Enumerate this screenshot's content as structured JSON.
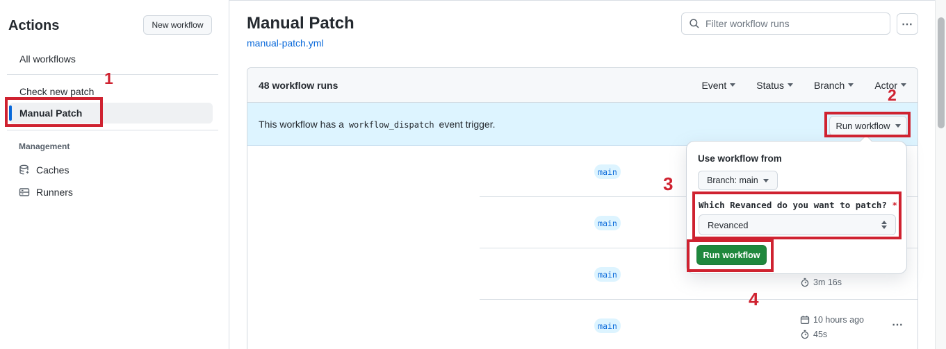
{
  "annotations": {
    "step1": "1",
    "step2": "2",
    "step3": "3",
    "step4": "4"
  },
  "sidebar": {
    "title": "Actions",
    "new_workflow_button": "New workflow",
    "items": [
      {
        "label": "All workflows",
        "selected": false
      },
      {
        "label": "Check new patch",
        "selected": false
      },
      {
        "label": "Manual Patch",
        "selected": true
      }
    ],
    "management": {
      "label": "Management",
      "items": [
        {
          "label": "Caches",
          "icon": "cache-icon"
        },
        {
          "label": "Runners",
          "icon": "runners-icon"
        }
      ]
    }
  },
  "header": {
    "title": "Manual Patch",
    "file_link": "manual-patch.yml",
    "filter_placeholder": "Filter workflow runs",
    "more_label": "⋯"
  },
  "runs_panel": {
    "count_label": "48 workflow runs",
    "filters": [
      {
        "label": "Event"
      },
      {
        "label": "Status"
      },
      {
        "label": "Branch"
      },
      {
        "label": "Actor"
      }
    ],
    "banner": {
      "text_before": "This workflow has a",
      "code": "workflow_dispatch",
      "text_after": "event trigger.",
      "run_workflow_button": "Run workflow"
    },
    "rows": [
      {
        "branch": "main"
      },
      {
        "branch": "main"
      },
      {
        "branch": "main",
        "duration": "3m 16s"
      },
      {
        "branch": "main",
        "time": "10 hours ago",
        "duration": "45s",
        "more": "⋯"
      }
    ]
  },
  "popup": {
    "use_workflow_from": "Use workflow from",
    "branch_button": "Branch: main",
    "input_label": "Which Revanced do you want to patch?",
    "required_mark": "*",
    "select_value": "Revanced",
    "run_button": "Run workflow"
  },
  "colors": {
    "annotation_red": "#cf2230",
    "accent_green": "#1f883d",
    "banner_blue": "#ddf4ff",
    "link_blue": "#0969da",
    "selected_accent_blue": "#0969da",
    "tab_coral": "#fd8c73"
  }
}
